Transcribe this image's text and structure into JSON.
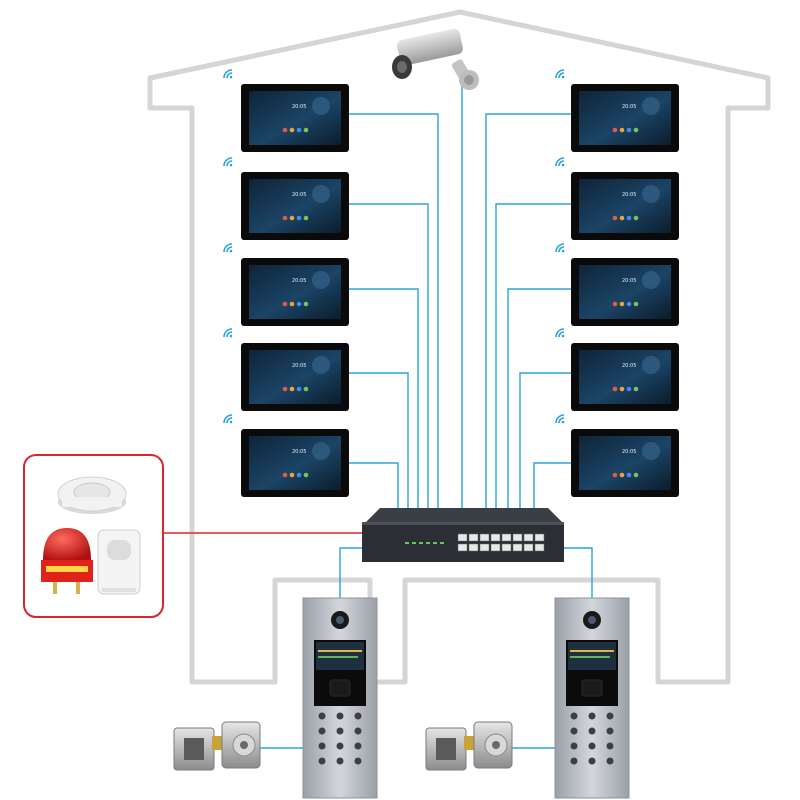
{
  "diagram": {
    "building": "house-outline",
    "wifi_icon": "wifi-icon",
    "camera_icon": "cctv-camera-icon",
    "switch_icon": "network-switch-icon",
    "sensor_panel_icons": [
      "smoke-detector-icon",
      "alarm-siren-icon",
      "pir-motion-sensor-icon"
    ],
    "door_station_icon": "door-station-icon",
    "lock_icon": "electric-lock-icon",
    "monitors": {
      "left_column": [
        {
          "screen_time": "20:05"
        },
        {
          "screen_time": "20:05"
        },
        {
          "screen_time": "20:05"
        },
        {
          "screen_time": "20:05"
        },
        {
          "screen_time": "20:05"
        }
      ],
      "right_column": [
        {
          "screen_time": "20:05"
        },
        {
          "screen_time": "20:05"
        },
        {
          "screen_time": "20:05"
        },
        {
          "screen_time": "20:05"
        },
        {
          "screen_time": "20:05"
        }
      ]
    },
    "colors": {
      "cable": "#2aa3e0",
      "alarm_cable": "#d9262c",
      "house_outline": "#d5d5d5",
      "monitor_screen": "#14334f",
      "switch_body": "#2b2f35",
      "door_panel": "#b9bec4"
    }
  }
}
